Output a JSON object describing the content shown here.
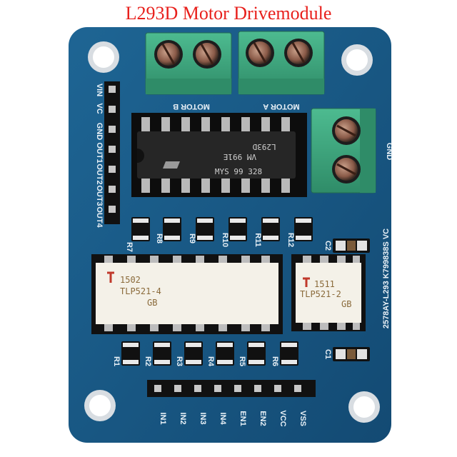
{
  "title": "L293D Motor Drivemodule",
  "colors": {
    "pcb": "#1a5a86",
    "pcb_dark": "#0f3f63",
    "terminal": "#3aa57e",
    "title": "#e8201c",
    "chip": "#262626",
    "opto": "#f4f1e8"
  },
  "terminals": {
    "motor_b": "MOTOR B",
    "motor_a": "MOTOR A",
    "gnd": "GND"
  },
  "left_header": {
    "pins": [
      "VIN",
      "VC",
      "GND",
      "OUT1",
      "OUT2",
      "OUT3",
      "OUT4"
    ]
  },
  "chip": {
    "line1": "L293D",
    "line2": "VM 991E",
    "line3": "MYS 99 328"
  },
  "resistors_top": [
    "R7",
    "R8",
    "R9",
    "R10",
    "R11",
    "R12"
  ],
  "resistors_bottom": [
    "R1",
    "R2",
    "R3",
    "R4",
    "R5",
    "R6"
  ],
  "capacitors": [
    "C2",
    "C1"
  ],
  "optocoupler_large": {
    "code": "1502",
    "model": "TLP521-4",
    "grade": "GB"
  },
  "optocoupler_small": {
    "code": "1511",
    "model": "TLP521-2",
    "grade": "GB"
  },
  "side_label": "2578AY-L293 K799838S VC",
  "bottom_header": {
    "pins": [
      "IN1",
      "IN2",
      "IN3",
      "IN4",
      "EN1",
      "EN2",
      "VCC",
      "VSS"
    ]
  }
}
